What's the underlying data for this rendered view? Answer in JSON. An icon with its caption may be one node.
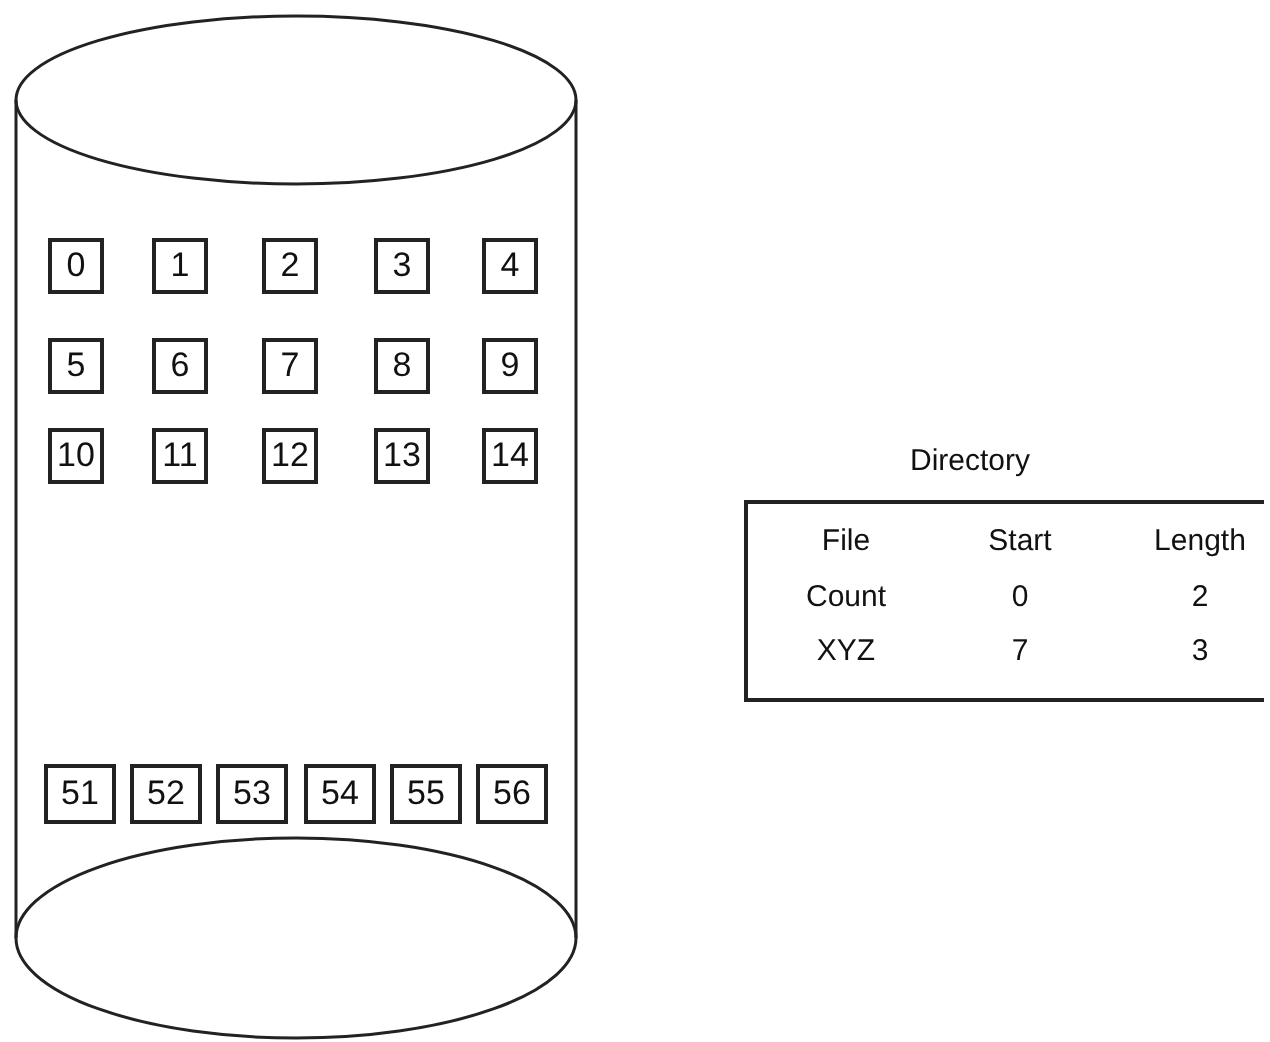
{
  "diagram": {
    "nodes": [
      {
        "text": [],
        "shape": "cylinder"
      },
      {
        "text": [
          "0"
        ],
        "in": 0
      },
      {
        "text": [
          "1"
        ],
        "in": 0
      },
      {
        "text": [
          "2"
        ],
        "in": 0
      },
      {
        "text": [
          "3"
        ],
        "in": 0
      },
      {
        "text": [
          "4"
        ],
        "in": 0
      },
      {
        "text": [
          "5"
        ],
        "in": 0
      },
      {
        "text": [
          "6"
        ],
        "in": 0
      },
      {
        "text": [
          "7"
        ],
        "in": 0
      },
      {
        "text": [
          "8"
        ],
        "in": 0
      },
      {
        "text": [
          "9"
        ],
        "in": 0
      },
      {
        "text": [
          "10"
        ],
        "in": 0
      },
      {
        "text": [
          "11"
        ],
        "in": 0
      },
      {
        "text": [
          "12"
        ],
        "in": 0
      },
      {
        "text": [
          "13"
        ],
        "in": 0
      },
      {
        "text": [
          "14"
        ],
        "in": 0
      },
      {
        "text": [
          "51"
        ],
        "in": 0
      },
      {
        "text": [
          "52"
        ],
        "in": 0
      },
      {
        "text": [
          "53"
        ],
        "in": 0
      },
      {
        "text": [
          "54"
        ],
        "in": 0
      },
      {
        "text": [
          "55"
        ],
        "in": 0
      },
      {
        "text": [
          "56"
        ],
        "in": 0
      }
    ],
    "labels": [
      "Directory",
      "File",
      "Start",
      "Length",
      "Count",
      "0",
      "2",
      "XYZ",
      "7",
      "3"
    ]
  }
}
